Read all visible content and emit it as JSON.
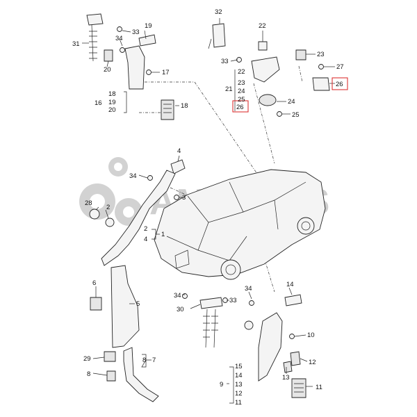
{
  "watermark": {
    "text": "AMPARTS"
  },
  "labels": {
    "l32": "32",
    "l22top": "22",
    "l23a": "23",
    "l33a": "33",
    "l27": "27",
    "l26a": "26",
    "l22": "22",
    "l23": "23",
    "l21": "21",
    "l24": "24",
    "l25": "25",
    "l26": "26",
    "l24b": "24",
    "l25b": "25",
    "l19": "19",
    "l33b": "33",
    "l31": "31",
    "l34a": "34",
    "l20": "20",
    "l17": "17",
    "l16": "16",
    "l18a": "18",
    "l19b": "19",
    "l20b": "20",
    "l18": "18",
    "l4": "4",
    "l34b": "34",
    "l3": "3",
    "l28": "28",
    "l2": "2",
    "l2b": "2",
    "l4b": "4",
    "l1": "1",
    "l6": "6",
    "l5": "5",
    "l29": "29",
    "l8": "8",
    "l8b": "8",
    "l7": "7",
    "l34c": "34",
    "l33c": "33",
    "l30": "30",
    "l34d": "34",
    "l14": "14",
    "l10": "10",
    "l12": "12",
    "l13": "13",
    "l11": "11",
    "l9": "9",
    "l15": "15",
    "l14b": "14",
    "l13b": "13",
    "l12b": "12",
    "l11b": "11"
  }
}
